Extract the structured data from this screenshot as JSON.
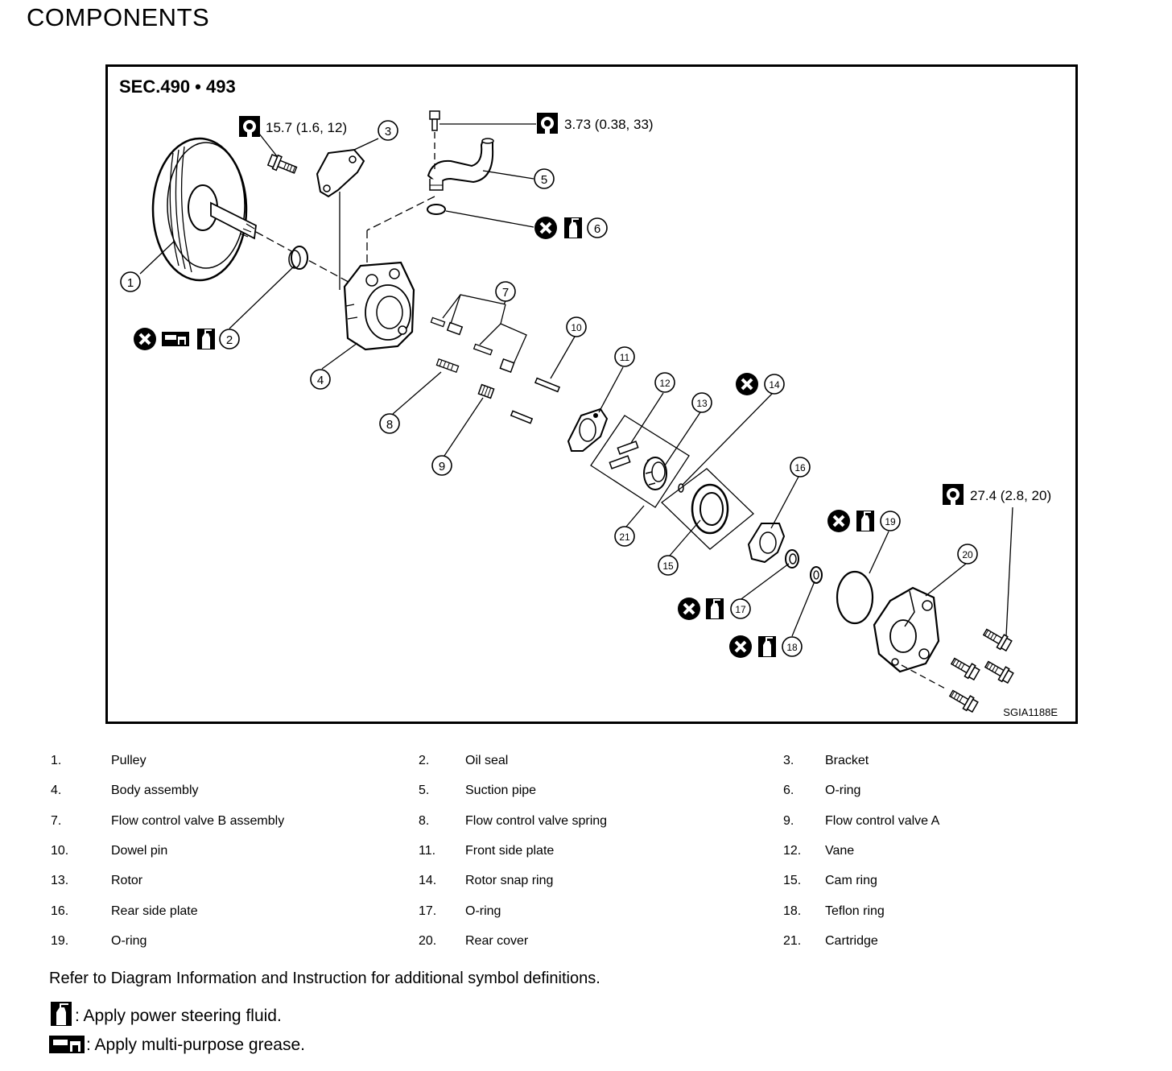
{
  "page": {
    "title": "COMPONENTS"
  },
  "figure": {
    "section": "SEC.490 • 493",
    "figure_id": "SGIA1188E",
    "torque": {
      "bracket_bolt": "15.7 (1.6, 12)",
      "suction_bolt": "3.73 (0.38, 33)",
      "rear_cover_bolts": "27.4 (2.8, 20)"
    },
    "callouts": [
      "1",
      "2",
      "3",
      "4",
      "5",
      "6",
      "7",
      "8",
      "9",
      "10",
      "11",
      "12",
      "13",
      "14",
      "15",
      "16",
      "17",
      "18",
      "19",
      "20",
      "21"
    ],
    "icons": {
      "no_reuse": "no-reuse-icon",
      "fluid": "power-steering-fluid-icon",
      "grease": "multi-purpose-grease-icon",
      "torque": "torque-wrench-icon"
    }
  },
  "parts": [
    {
      "num": "1.",
      "name": "Pulley"
    },
    {
      "num": "2.",
      "name": "Oil seal"
    },
    {
      "num": "3.",
      "name": "Bracket"
    },
    {
      "num": "4.",
      "name": "Body assembly"
    },
    {
      "num": "5.",
      "name": "Suction pipe"
    },
    {
      "num": "6.",
      "name": "O-ring"
    },
    {
      "num": "7.",
      "name": "Flow control valve B assembly"
    },
    {
      "num": "8.",
      "name": "Flow control valve spring"
    },
    {
      "num": "9.",
      "name": "Flow control valve A"
    },
    {
      "num": "10.",
      "name": "Dowel pin"
    },
    {
      "num": "11.",
      "name": "Front side plate"
    },
    {
      "num": "12.",
      "name": "Vane"
    },
    {
      "num": "13.",
      "name": "Rotor"
    },
    {
      "num": "14.",
      "name": "Rotor snap ring"
    },
    {
      "num": "15.",
      "name": "Cam ring"
    },
    {
      "num": "16.",
      "name": "Rear side plate"
    },
    {
      "num": "17.",
      "name": "O-ring"
    },
    {
      "num": "18.",
      "name": "Teflon ring"
    },
    {
      "num": "19.",
      "name": "O-ring"
    },
    {
      "num": "20.",
      "name": "Rear cover"
    },
    {
      "num": "21.",
      "name": "Cartridge"
    }
  ],
  "notes": {
    "refer": "Refer to Diagram Information and Instruction for additional symbol definitions.",
    "fluid": ": Apply power steering fluid.",
    "grease": ": Apply multi-purpose grease."
  }
}
